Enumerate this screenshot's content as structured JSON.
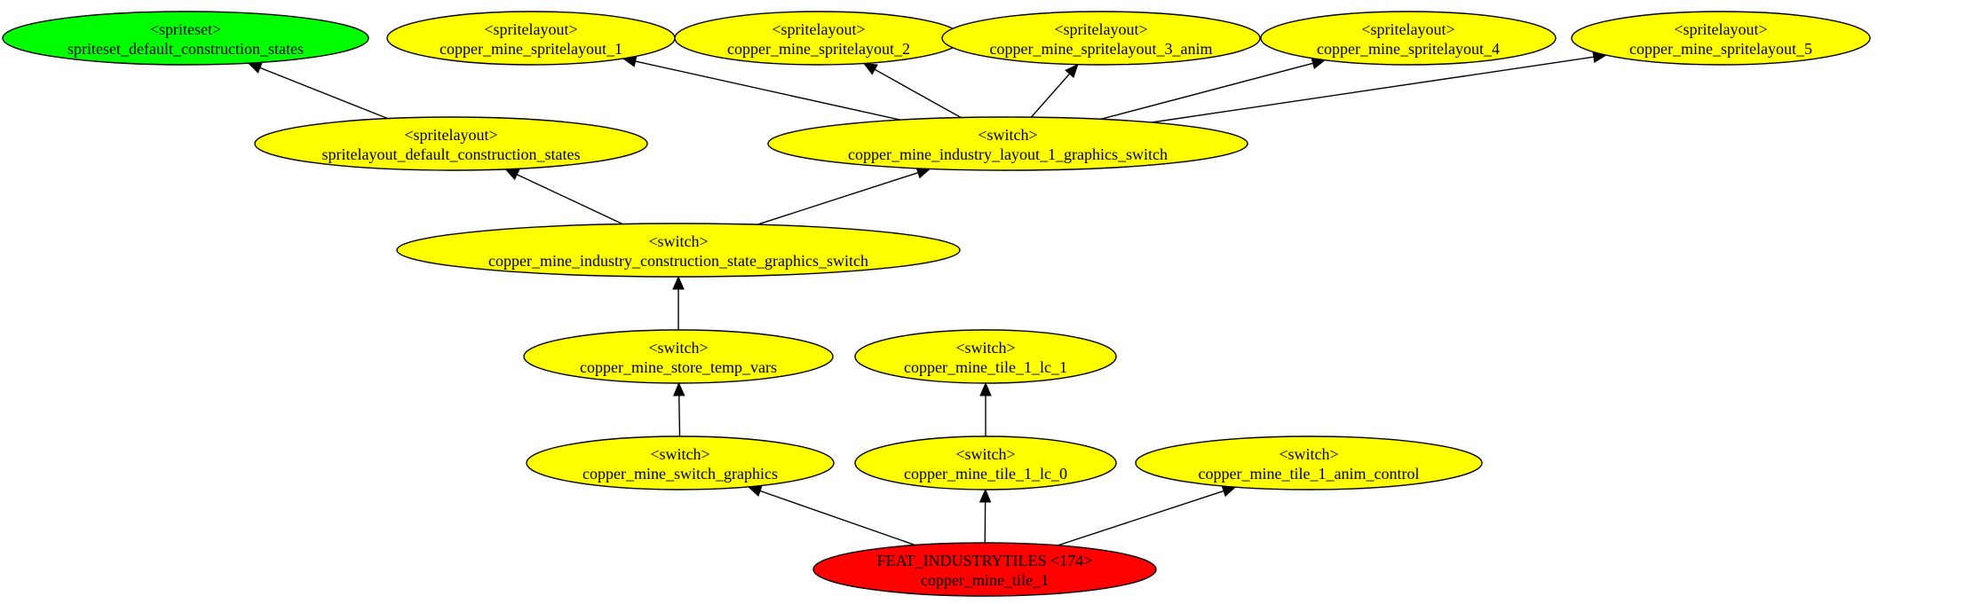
{
  "graph": {
    "nodes": [
      {
        "id": "spriteset_default",
        "line1": "<spriteset>",
        "line2": "spriteset_default_construction_states",
        "fill": "#00ff00"
      },
      {
        "id": "sl1",
        "line1": "<spritelayout>",
        "line2": "copper_mine_spritelayout_1",
        "fill": "#ffff00"
      },
      {
        "id": "sl2",
        "line1": "<spritelayout>",
        "line2": "copper_mine_spritelayout_2",
        "fill": "#ffff00"
      },
      {
        "id": "sl3",
        "line1": "<spritelayout>",
        "line2": "copper_mine_spritelayout_3_anim",
        "fill": "#ffff00"
      },
      {
        "id": "sl4",
        "line1": "<spritelayout>",
        "line2": "copper_mine_spritelayout_4",
        "fill": "#ffff00"
      },
      {
        "id": "sl5",
        "line1": "<spritelayout>",
        "line2": "copper_mine_spritelayout_5",
        "fill": "#ffff00"
      },
      {
        "id": "sl_default",
        "line1": "<spritelayout>",
        "line2": "spritelayout_default_construction_states",
        "fill": "#ffff00"
      },
      {
        "id": "layout_switch",
        "line1": "<switch>",
        "line2": "copper_mine_industry_layout_1_graphics_switch",
        "fill": "#ffff00"
      },
      {
        "id": "construction_switch",
        "line1": "<switch>",
        "line2": "copper_mine_industry_construction_state_graphics_switch",
        "fill": "#ffff00"
      },
      {
        "id": "store_temp",
        "line1": "<switch>",
        "line2": "copper_mine_store_temp_vars",
        "fill": "#ffff00"
      },
      {
        "id": "lc1",
        "line1": "<switch>",
        "line2": "copper_mine_tile_1_lc_1",
        "fill": "#ffff00"
      },
      {
        "id": "switch_graphics",
        "line1": "<switch>",
        "line2": "copper_mine_switch_graphics",
        "fill": "#ffff00"
      },
      {
        "id": "lc0",
        "line1": "<switch>",
        "line2": "copper_mine_tile_1_lc_0",
        "fill": "#ffff00"
      },
      {
        "id": "anim_control",
        "line1": "<switch>",
        "line2": "copper_mine_tile_1_anim_control",
        "fill": "#ffff00"
      },
      {
        "id": "tile",
        "line1": "FEAT_INDUSTRYTILES <174>",
        "line2": "copper_mine_tile_1",
        "fill": "#ff0000"
      }
    ],
    "edges": [
      {
        "from": "sl_default",
        "to": "spriteset_default"
      },
      {
        "from": "layout_switch",
        "to": "sl1"
      },
      {
        "from": "layout_switch",
        "to": "sl2"
      },
      {
        "from": "layout_switch",
        "to": "sl3"
      },
      {
        "from": "layout_switch",
        "to": "sl4"
      },
      {
        "from": "layout_switch",
        "to": "sl5"
      },
      {
        "from": "construction_switch",
        "to": "sl_default"
      },
      {
        "from": "construction_switch",
        "to": "layout_switch"
      },
      {
        "from": "store_temp",
        "to": "construction_switch"
      },
      {
        "from": "switch_graphics",
        "to": "store_temp"
      },
      {
        "from": "lc0",
        "to": "lc1"
      },
      {
        "from": "tile",
        "to": "switch_graphics"
      },
      {
        "from": "tile",
        "to": "lc0"
      },
      {
        "from": "tile",
        "to": "anim_control"
      }
    ]
  }
}
